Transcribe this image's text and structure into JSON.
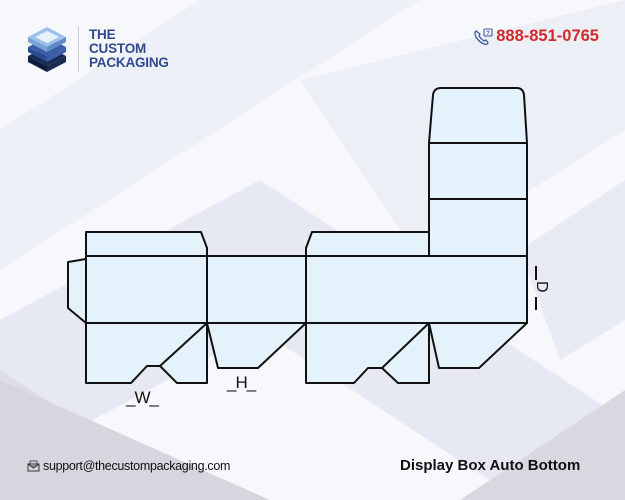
{
  "brand": {
    "name_lines": [
      "THE",
      "CUSTOM",
      "PACKAGING"
    ],
    "logo_icon": "stacked-boxes-icon",
    "accent_color": "#2f4a8f"
  },
  "contact": {
    "phone": "888-851-0765",
    "phone_icon": "phone-icon",
    "phone_color": "#d22a2a",
    "email": "support@thecustompackaging.com",
    "email_icon": "mail-icon"
  },
  "diagram": {
    "title": "Display Box Auto Bottom",
    "dimension_labels": {
      "width": "_W_",
      "height": "_H_",
      "depth": "_D_"
    },
    "panel_fill": "#e3f2fb",
    "line_color": "#111111"
  }
}
